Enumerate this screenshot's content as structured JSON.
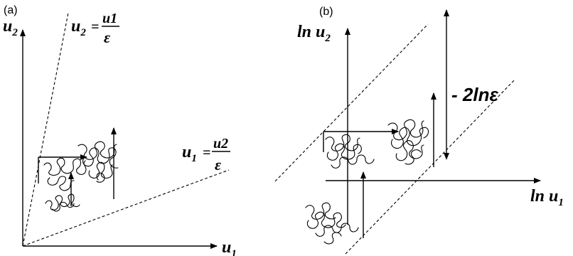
{
  "panel_a": {
    "label": "(a)",
    "y_axis": {
      "base": "u",
      "sub": "2"
    },
    "x_axis": {
      "base": "u",
      "sub": "1"
    },
    "upper_line": {
      "lhs_base": "u",
      "lhs_sub": "2",
      "eq": "=",
      "numerator": "u1",
      "denominator": "ε"
    },
    "lower_line": {
      "lhs_base": "u",
      "lhs_sub": "1",
      "eq": "=",
      "numerator": "u2",
      "denominator": "ε"
    }
  },
  "panel_b": {
    "label": "(b)",
    "y_axis": {
      "base": "ln u",
      "sub": "2"
    },
    "x_axis": {
      "base": "ln u",
      "sub": "1"
    },
    "band_width_label": "- 2lnε"
  }
}
